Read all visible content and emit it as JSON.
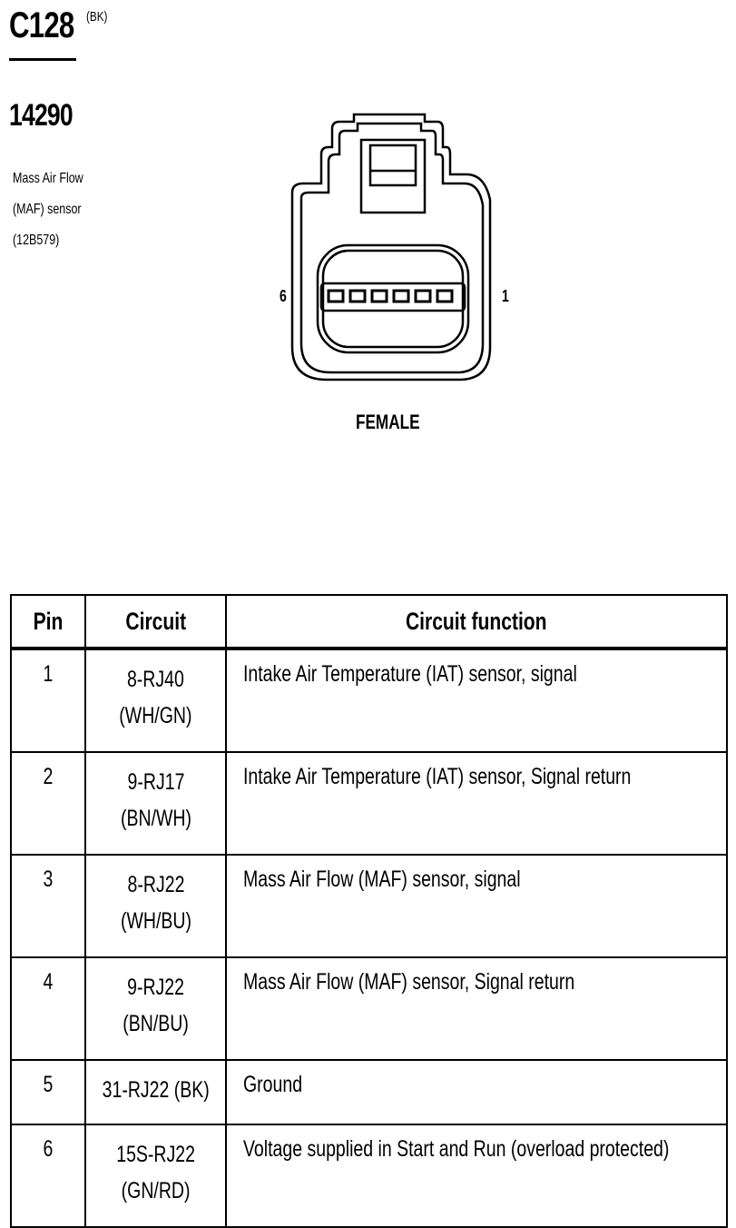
{
  "header": {
    "connector_id": "C128",
    "connector_color": "(BK)",
    "part_number": "14290",
    "description_lines": [
      "Mass Air Flow",
      "(MAF) sensor",
      "(12B579)"
    ]
  },
  "connector": {
    "left_pin_label": "6",
    "right_pin_label": "1",
    "gender": "FEMALE"
  },
  "table": {
    "headers": [
      "Pin",
      "Circuit",
      "Circuit function"
    ],
    "rows": [
      {
        "pin": "1",
        "circuit_line1": "8-RJ40",
        "circuit_line2": "(WH/GN)",
        "function": "Intake Air Temperature (IAT) sensor, signal"
      },
      {
        "pin": "2",
        "circuit_line1": "9-RJ17",
        "circuit_line2": "(BN/WH)",
        "function": "Intake Air Temperature (IAT) sensor, Signal return"
      },
      {
        "pin": "3",
        "circuit_line1": "8-RJ22",
        "circuit_line2": "(WH/BU)",
        "function": "Mass Air Flow (MAF) sensor, signal"
      },
      {
        "pin": "4",
        "circuit_line1": "9-RJ22",
        "circuit_line2": "(BN/BU)",
        "function": "Mass Air Flow (MAF) sensor, Signal return"
      },
      {
        "pin": "5",
        "circuit_line1": "31-RJ22 (BK)",
        "circuit_line2": "",
        "function": "Ground"
      },
      {
        "pin": "6",
        "circuit_line1": "15S-RJ22",
        "circuit_line2": "(GN/RD)",
        "function": "Voltage supplied in Start and Run (overload protected)"
      }
    ]
  }
}
